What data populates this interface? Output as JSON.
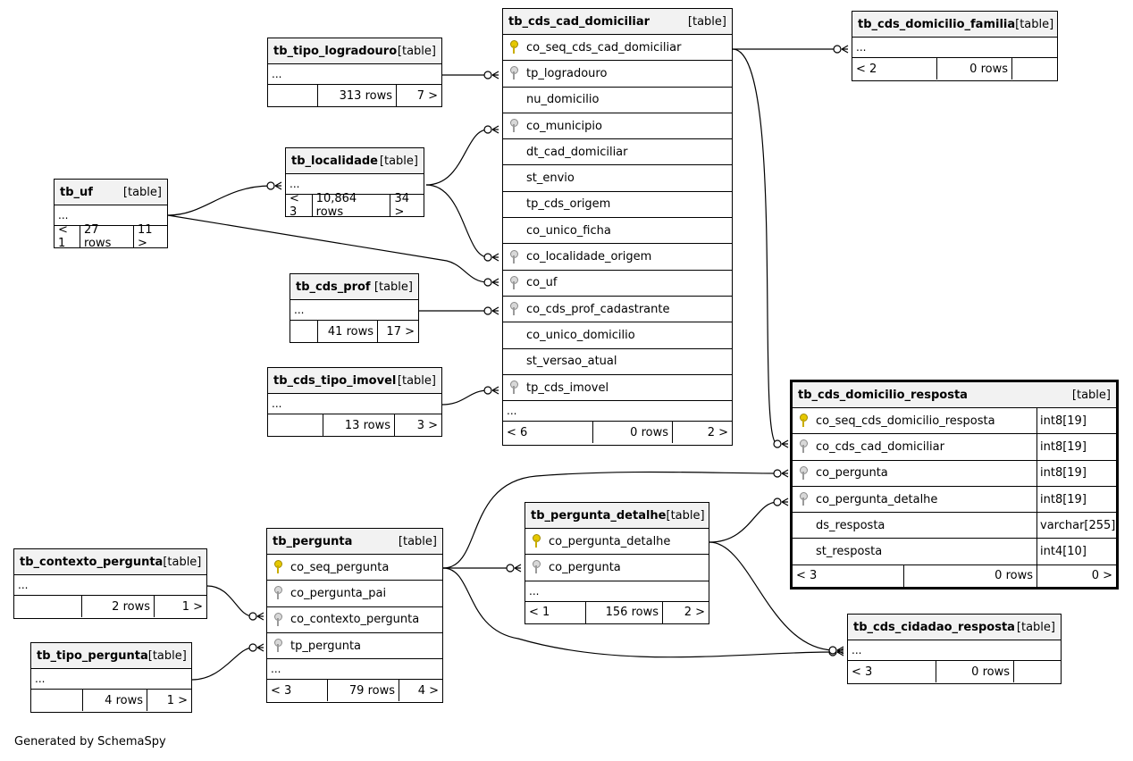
{
  "footer": "Generated by SchemaSpy",
  "kind_label": "[table]",
  "tables": {
    "tipo_logradouro": {
      "name": "tb_tipo_logradouro",
      "dots": "...",
      "footer": [
        "",
        "313 rows",
        "7 >"
      ]
    },
    "localidade": {
      "name": "tb_localidade",
      "dots": "...",
      "footer": [
        "< 3",
        "10,864 rows",
        "34 >"
      ]
    },
    "uf": {
      "name": "tb_uf",
      "dots": "...",
      "footer": [
        "< 1",
        "27 rows",
        "11 >"
      ]
    },
    "cds_prof": {
      "name": "tb_cds_prof",
      "dots": "...",
      "footer": [
        "",
        "41 rows",
        "17 >"
      ]
    },
    "cds_tipo_imovel": {
      "name": "tb_cds_tipo_imovel",
      "dots": "...",
      "footer": [
        "",
        "13 rows",
        "3 >"
      ]
    },
    "cds_cad_domiciliar": {
      "name": "tb_cds_cad_domiciliar",
      "columns": [
        {
          "name": "co_seq_cds_cad_domiciliar",
          "key": "pk"
        },
        {
          "name": "tp_logradouro",
          "key": "fk"
        },
        {
          "name": "nu_domicilio",
          "key": ""
        },
        {
          "name": "co_municipio",
          "key": "fk"
        },
        {
          "name": "dt_cad_domiciliar",
          "key": ""
        },
        {
          "name": "st_envio",
          "key": ""
        },
        {
          "name": "tp_cds_origem",
          "key": ""
        },
        {
          "name": "co_unico_ficha",
          "key": ""
        },
        {
          "name": "co_localidade_origem",
          "key": "fk"
        },
        {
          "name": "co_uf",
          "key": "fk"
        },
        {
          "name": "co_cds_prof_cadastrante",
          "key": "fk"
        },
        {
          "name": "co_unico_domicilio",
          "key": ""
        },
        {
          "name": "st_versao_atual",
          "key": ""
        },
        {
          "name": "tp_cds_imovel",
          "key": "fk"
        }
      ],
      "dots": "...",
      "footer": [
        "< 6",
        "0 rows",
        "2 >"
      ]
    },
    "cds_domicilio_familia": {
      "name": "tb_cds_domicilio_familia",
      "dots": "...",
      "footer": [
        "< 2",
        "0 rows",
        ""
      ]
    },
    "cds_domicilio_resposta": {
      "name": "tb_cds_domicilio_resposta",
      "columns": [
        {
          "name": "co_seq_cds_domicilio_resposta",
          "key": "pk",
          "type": "int8[19]"
        },
        {
          "name": "co_cds_cad_domiciliar",
          "key": "fk",
          "type": "int8[19]"
        },
        {
          "name": "co_pergunta",
          "key": "fk",
          "type": "int8[19]"
        },
        {
          "name": "co_pergunta_detalhe",
          "key": "fk",
          "type": "int8[19]"
        },
        {
          "name": "ds_resposta",
          "key": "",
          "type": "varchar[255]"
        },
        {
          "name": "st_resposta",
          "key": "",
          "type": "int4[10]"
        }
      ],
      "footer": [
        "< 3",
        "0 rows",
        "0 >"
      ]
    },
    "pergunta": {
      "name": "tb_pergunta",
      "columns": [
        {
          "name": "co_seq_pergunta",
          "key": "pk"
        },
        {
          "name": "co_pergunta_pai",
          "key": "fk"
        },
        {
          "name": "co_contexto_pergunta",
          "key": "fk"
        },
        {
          "name": "tp_pergunta",
          "key": "fk"
        }
      ],
      "dots": "...",
      "footer": [
        "< 3",
        "79 rows",
        "4 >"
      ]
    },
    "pergunta_detalhe": {
      "name": "tb_pergunta_detalhe",
      "columns": [
        {
          "name": "co_pergunta_detalhe",
          "key": "pk"
        },
        {
          "name": "co_pergunta",
          "key": "fk"
        }
      ],
      "dots": "...",
      "footer": [
        "< 1",
        "156 rows",
        "2 >"
      ]
    },
    "contexto_pergunta": {
      "name": "tb_contexto_pergunta",
      "dots": "...",
      "footer": [
        "",
        "2 rows",
        "1 >"
      ]
    },
    "tipo_pergunta": {
      "name": "tb_tipo_pergunta",
      "dots": "...",
      "footer": [
        "",
        "4 rows",
        "1 >"
      ]
    },
    "cds_cidadao_resposta": {
      "name": "tb_cds_cidadao_resposta",
      "dots": "...",
      "footer": [
        "< 3",
        "0 rows",
        ""
      ]
    }
  }
}
